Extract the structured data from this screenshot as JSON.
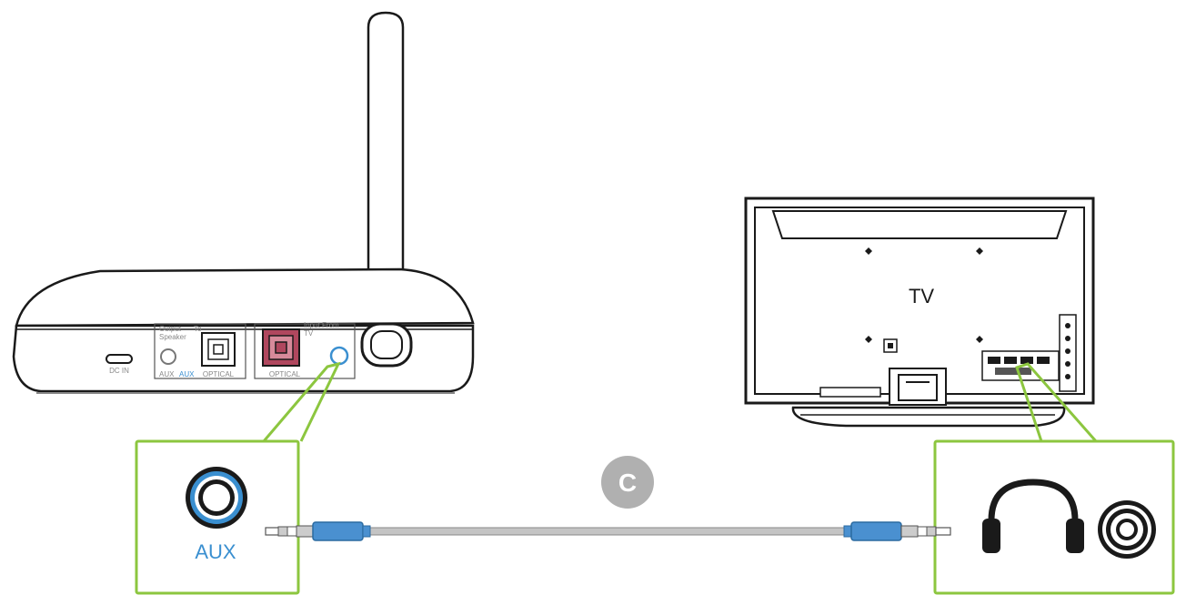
{
  "colors": {
    "outline": "#1a1a1a",
    "callout_green": "#8cc63f",
    "aux_blue": "#3a8fd0",
    "optical_red": "#b0475e",
    "cable_gray": "#b8b8b8",
    "badge_gray": "#b0b0b0"
  },
  "transmitter": {
    "dc_in_label": "DC IN",
    "output_label_line1": "Output",
    "output_label_line2": "Speaker",
    "to_label": "To",
    "aux_gray_label": "AUX",
    "aux_blue_label": "AUX",
    "optical_out_label": "OPTICAL",
    "optical_in_label": "OPTICAL",
    "input_label_line1": "Input From",
    "input_label_line2": "TV"
  },
  "tv": {
    "label": "TV"
  },
  "cable": {
    "badge_letter": "C"
  },
  "callout_left": {
    "port_label": "AUX",
    "icon": "aux-port-icon"
  },
  "callout_right": {
    "icons": [
      "headphone-icon",
      "rca-jack-icon"
    ]
  }
}
